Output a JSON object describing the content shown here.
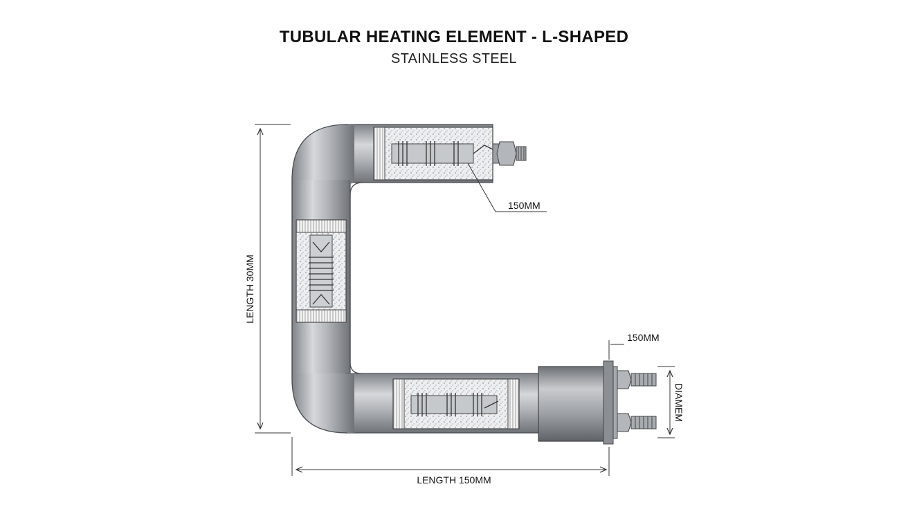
{
  "title": "TUBULAR HEATING ELEMENT - L-SHAPED",
  "subtitle": "STAINLESS STEEL",
  "dimensions": {
    "vertical_length": "LENGTH 30MM",
    "horizontal_length": "LENGTH 150MM",
    "top_callout": "150MM",
    "bottom_callout": "150MM",
    "diameter": "DIAMEM"
  },
  "colors": {
    "tube": "#a9adb2",
    "tube_dark": "#6c7075",
    "insulation": "#e4e6e8",
    "line": "#3a3a3a"
  }
}
